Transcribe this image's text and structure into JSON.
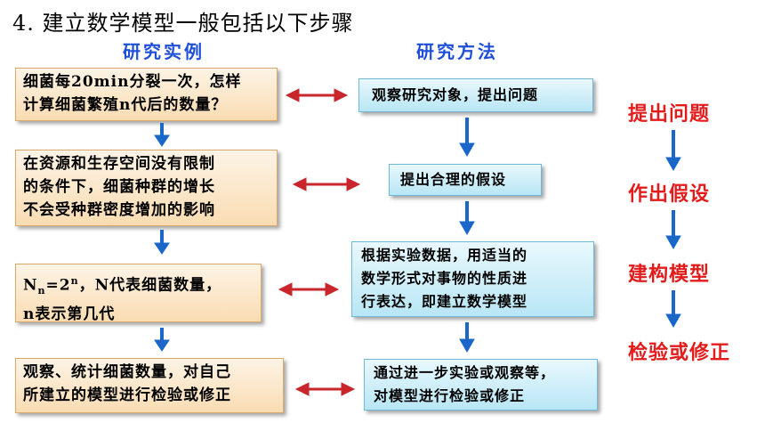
{
  "title": "4.  建立数学模型一般包括以下步骤",
  "headers": {
    "left": "研究实例",
    "right": "研究方法"
  },
  "left_boxes": [
    {
      "lines": [
        "细菌每20min分裂一次，怎样",
        "计算细菌繁殖n代后的数量？"
      ]
    },
    {
      "lines": [
        "在资源和生存空间没有限制",
        "的条件下，细菌种群的增长",
        "不会受种群密度增加的影响"
      ]
    },
    {
      "formula": {
        "base": "N",
        "sub": "n",
        "eq": "=2",
        "sup": "n",
        "rest": "，N代表细菌数量，"
      },
      "lines": [
        "n表示第几代"
      ]
    },
    {
      "lines": [
        "观察、统计细菌数量，对自己",
        "所建立的模型进行检验或修正"
      ]
    }
  ],
  "right_boxes": [
    {
      "lines": [
        "观察研究对象，提出问题"
      ]
    },
    {
      "lines": [
        "提出合理的假设"
      ]
    },
    {
      "lines": [
        "根据实验数据，用适当的",
        "数学形式对事物的性质进",
        "行表达，即建立数学模型"
      ]
    },
    {
      "lines": [
        "通过进一步实验或观察等，",
        "对模型进行检验或修正"
      ]
    }
  ],
  "steps": [
    "提出问题",
    "作出假设",
    "建构模型",
    "检验或修正"
  ],
  "colors": {
    "header": "#1f4fd8",
    "step_text": "#e31b1b",
    "down_arrow": "#1a66c9",
    "link_arrow": "#c9262c"
  }
}
